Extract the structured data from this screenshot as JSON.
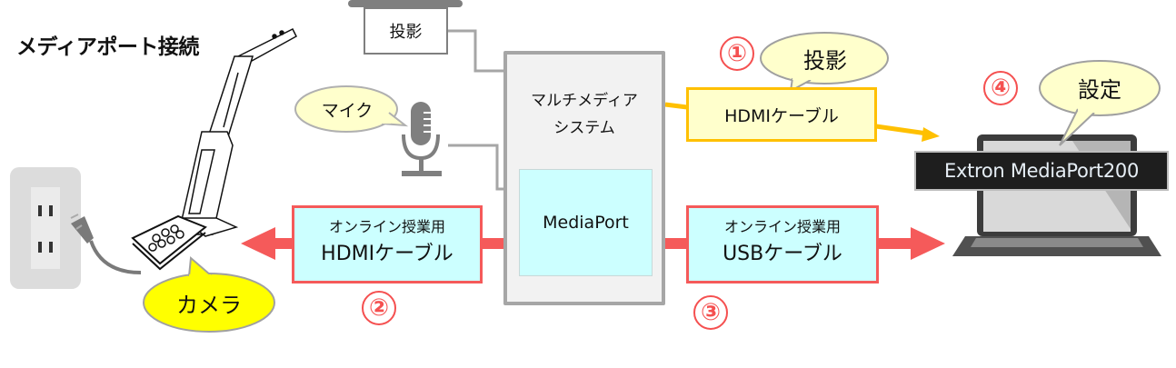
{
  "title": "メディアポート接続",
  "projector": {
    "label": "投影"
  },
  "multimedia_system": {
    "label_line1": "マルチメディア",
    "label_line2": "システム"
  },
  "mediaport": {
    "label": "MediaPort"
  },
  "mic": {
    "bubble": "マイク"
  },
  "camera": {
    "bubble": "カメラ"
  },
  "cables": {
    "hdmi_projection": {
      "label": "HDMIケーブル",
      "step": "①",
      "bubble": "投影"
    },
    "hdmi_online": {
      "line1": "オンライン授業用",
      "line2": "HDMIケーブル",
      "step": "②"
    },
    "usb_online": {
      "line1": "オンライン授業用",
      "line2": "USBケーブル",
      "step": "③"
    }
  },
  "laptop": {
    "step": "④",
    "bubble": "設定",
    "app_label": "Extron MediaPort200"
  },
  "colors": {
    "red_arrow": "#f55a5a",
    "yellow_cable": "#ffc000",
    "cyan_fill": "#ccffff",
    "gray_line": "#a6a6a6",
    "bubble_fill": "#ffffcc",
    "camera_bubble": "#ffff00"
  }
}
